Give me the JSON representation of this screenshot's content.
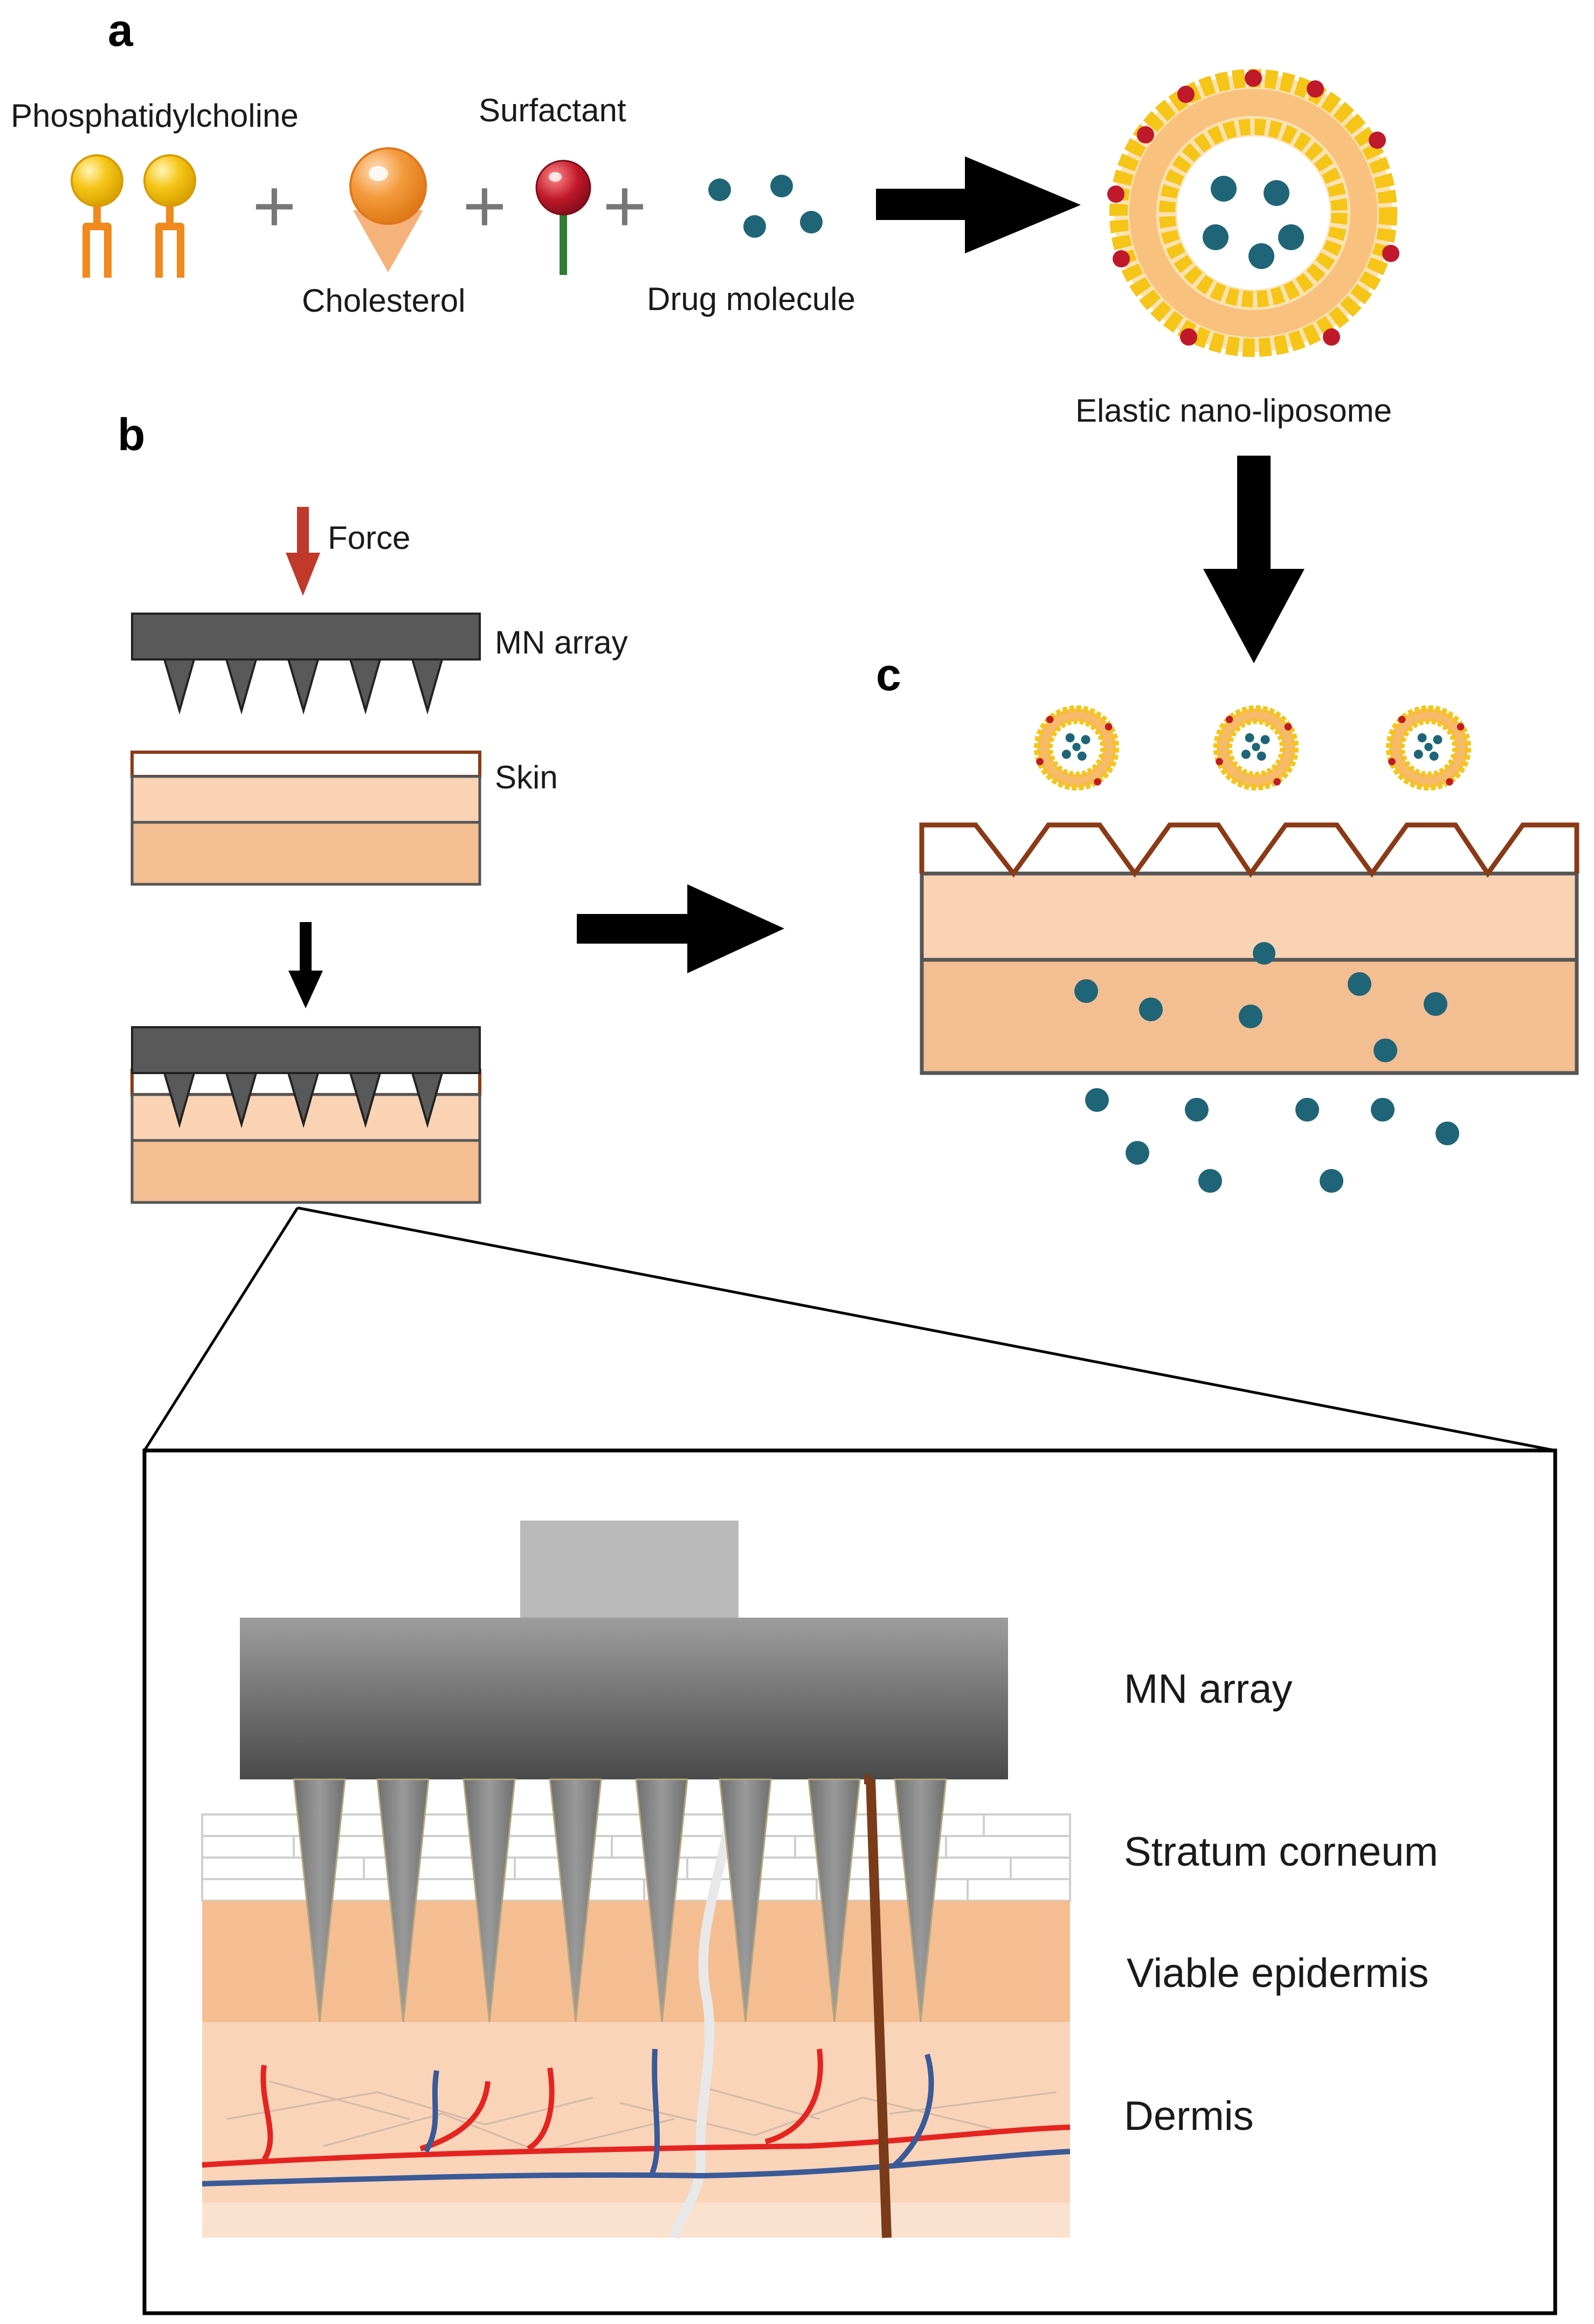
{
  "panels": {
    "a": "a",
    "b": "b",
    "c": "c"
  },
  "panel_a": {
    "phosphatidylcholine": "Phosphatidylcholine",
    "surfactant": "Surfactant",
    "cholesterol": "Cholesterol",
    "drug_molecule": "Drug molecule",
    "liposome": "Elastic nano-liposome",
    "plus": "+"
  },
  "panel_b": {
    "force": "Force",
    "mn_array": "MN array",
    "skin": "Skin"
  },
  "detail": {
    "mn_array": "MN array",
    "stratum_corneum": "Stratum corneum",
    "viable_epidermis": "Viable epidermis",
    "dermis": "Dermis"
  },
  "colors": {
    "lipid_head": "#f5c518",
    "lipid_tail": "#f08a1c",
    "cholesterol": "#f39a3c",
    "surfactant_head": "#c0192b",
    "surfactant_tail": "#2e7d32",
    "drug": "#1f6577",
    "skin_top": "#8b3a16",
    "epidermis": "#f9d3b4",
    "dermis": "#f3be92",
    "mn_dark": "#595959",
    "artery": "#e52421",
    "vein": "#3a5a98",
    "hair": "#7a3b1a"
  }
}
